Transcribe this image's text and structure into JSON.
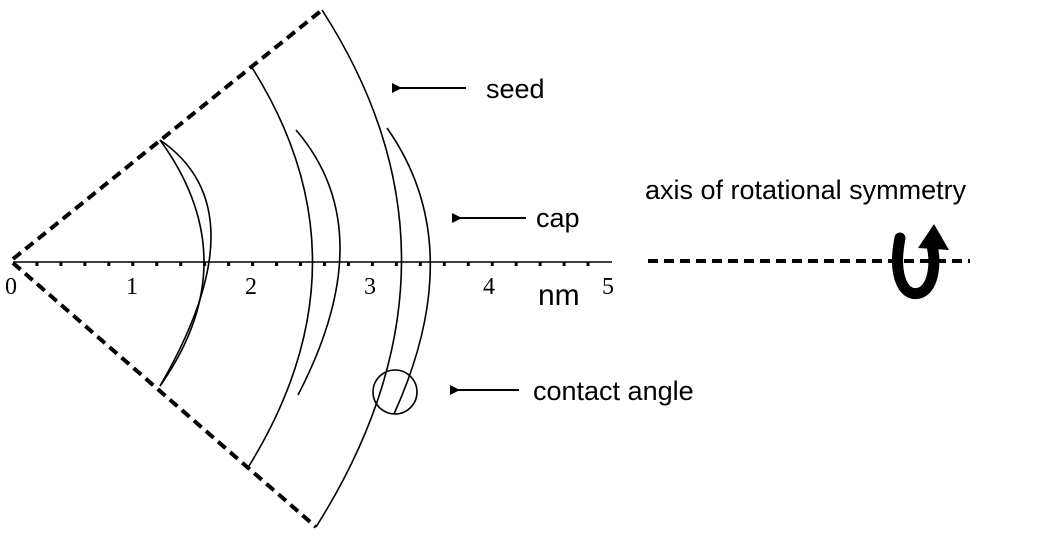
{
  "axis": {
    "ticks": [
      "0",
      "1",
      "2",
      "3",
      "4",
      "5"
    ],
    "unit": "nm"
  },
  "labels": {
    "seed": "seed",
    "cap": "cap",
    "contact_angle": "contact angle",
    "symmetry_axis": "axis of rotational symmetry"
  },
  "icons": {
    "rotation": "rotation-arrow-icon",
    "arrow": "left-arrow-icon"
  }
}
